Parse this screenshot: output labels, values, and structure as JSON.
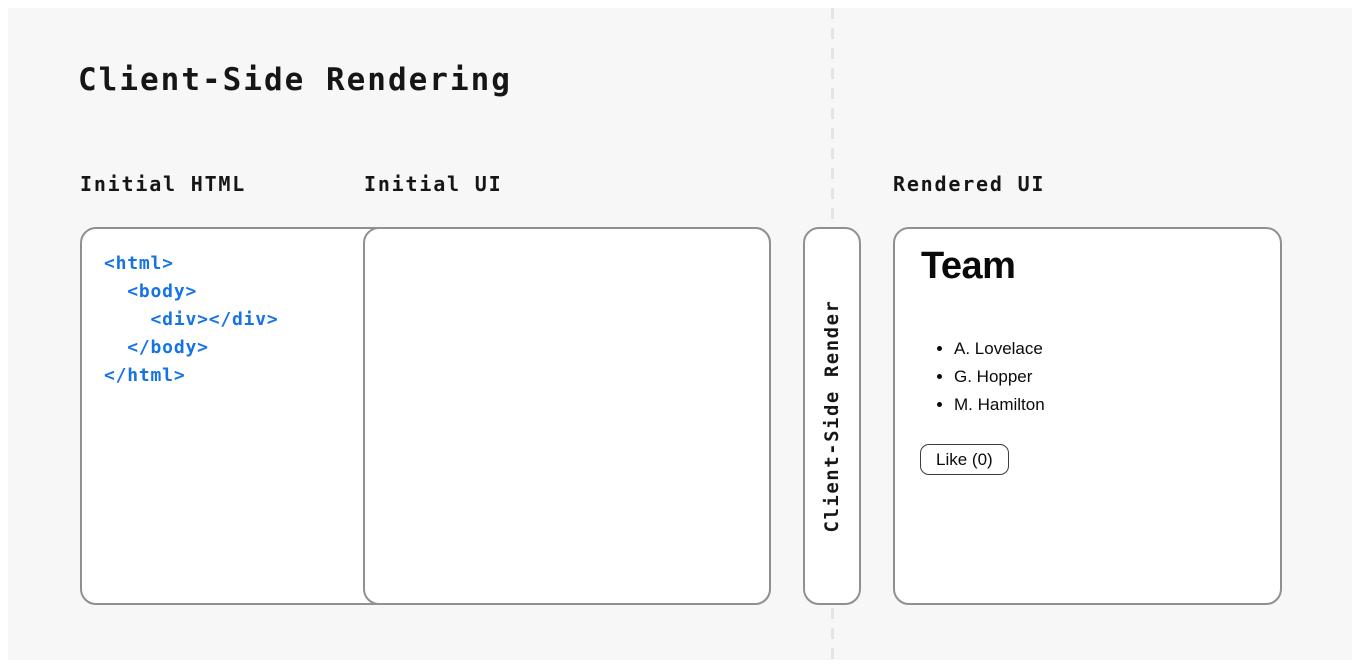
{
  "page": {
    "title": "Client-Side Rendering",
    "accent_color": "#1673E6",
    "panel_border_color": "#909090",
    "background_color": "#F7F7F7"
  },
  "columns": {
    "initial_html_label": "Initial HTML",
    "initial_ui_label": "Initial UI",
    "rendered_ui_label": "Rendered UI"
  },
  "initial_html": {
    "code_lines": [
      "<html>",
      "  <body>",
      "    <div></div>",
      "  </body>",
      "</html>"
    ]
  },
  "process": {
    "label": "Client-Side Render"
  },
  "rendered_ui": {
    "heading": "Team",
    "list_items": [
      "A. Lovelace",
      "G. Hopper",
      "M. Hamilton"
    ],
    "like_button_label": "Like (0)"
  }
}
